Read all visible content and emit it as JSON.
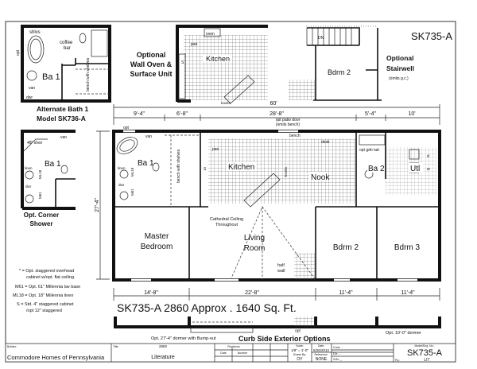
{
  "model": "SK735-A",
  "options": {
    "alt_bath": {
      "title1": "Alternate Bath 1",
      "title2": "Model SK736-A",
      "room": "Ba 1",
      "shlvs": "shlvs",
      "coffee": "coffee",
      "bar": "bar",
      "van": "van",
      "dwr": "dwr",
      "opt": "opt",
      "bench": "bench with shelves",
      "lv": "lv",
      "ctr": "ctr"
    },
    "wall_oven": {
      "title1": "Optional",
      "title2": "Wall Oven &",
      "title3": "Surface Unit",
      "room": "Kitchen",
      "oven": "oven",
      "pan": "pan",
      "books": "books",
      "s": "S"
    },
    "stairwell": {
      "title1": "Optional",
      "title2": "Stairwell",
      "note": "(omits g.c.)",
      "room": "Bdrm 2",
      "dn": "DN"
    },
    "corner_shower": {
      "title1": "Opt. Corner",
      "title2": "Shower",
      "room": "Ba 1",
      "shwr": "48\" shwr",
      "van": "van",
      "linen": "linen",
      "ml18": "ML18",
      "m61": "M61",
      "dwr": "dwr"
    }
  },
  "dimensions": {
    "overall": "60'",
    "top": [
      "9'-4\"",
      "6'-8\"",
      "28'-8\"",
      "5'-4\"",
      "10'"
    ],
    "bottom": [
      "14'-8\"",
      "22'-8\"",
      "11'-4\"",
      "11'-4\""
    ],
    "depth": "27'-4\""
  },
  "plan": {
    "rooms": {
      "master_bath": "Ba 1",
      "kitchen": "Kitchen",
      "nook": "Nook",
      "bath2": "Ba 2",
      "utility": "Utl",
      "master": [
        "Master",
        "Bedroom"
      ],
      "living": [
        "Living",
        "Room"
      ],
      "bdrm2": "Bdrm 2",
      "bdrm3": "Bdrm 3"
    },
    "labels": {
      "opt": "opt",
      "patio1": "opt patio door",
      "patio2": "(omits bench)",
      "bench": "bench",
      "desk": "desk",
      "pan": "pan",
      "books": "books",
      "opt_tub": "opt gdn tub",
      "bench_shelves": "bench with shelves",
      "cathedral1": "Cathedral Ceiling",
      "cathedral2": "Throughout",
      "half1": "half",
      "half2": "wall",
      "van": "van",
      "linen": "linen",
      "ml18": "ML18",
      "m61": "M61",
      "s": "S",
      "dwr": "dwr",
      "d": "d",
      "w": "w"
    }
  },
  "notes": [
    "* = Opt. staggered overhead",
    "cabinet w/opt. flat ceiling.",
    "M61 = Opt. 61\" Millennia lav base",
    "ML18 = Opt. 18\" Millennia linen",
    "S = Std. 4\" staggered cabinet",
    "/opt 12\" staggered"
  ],
  "plan_title": "SK735-A 2860  Approx . 1640 Sq. Ft.",
  "exterior": {
    "title": "Curb Side Exterior Options",
    "dormer1": "Opt. 27'-4\" dormer with Bump-out",
    "dormer2": "Opt. 10'-0\" dormer",
    "opt": "opt"
  },
  "title_block": {
    "builder_label": "Builder:",
    "builder": "Commodore Homes of Pennsylvania",
    "title_label": "Title:",
    "title_num": "2860",
    "title": "Literature",
    "revisions": "Revisions",
    "date_col": "Date",
    "number_col": "Number",
    "scale_label": "Scale:",
    "scale": "1/8\" = 1'-0\"",
    "date_label": "Date:",
    "date": "5/26/2010",
    "drawn_label": "Drawn By:",
    "drawn": "OY",
    "ref_label": "Reference:",
    "ref": "NONE",
    "cust": "Cust: -",
    "dlr": "Dlr: -",
    "sn": "S/N: _",
    "model_label": "Model/Eng. No.:",
    "model": "SK735-A",
    "pg_label": "Pg.:",
    "pg": "LIT"
  }
}
